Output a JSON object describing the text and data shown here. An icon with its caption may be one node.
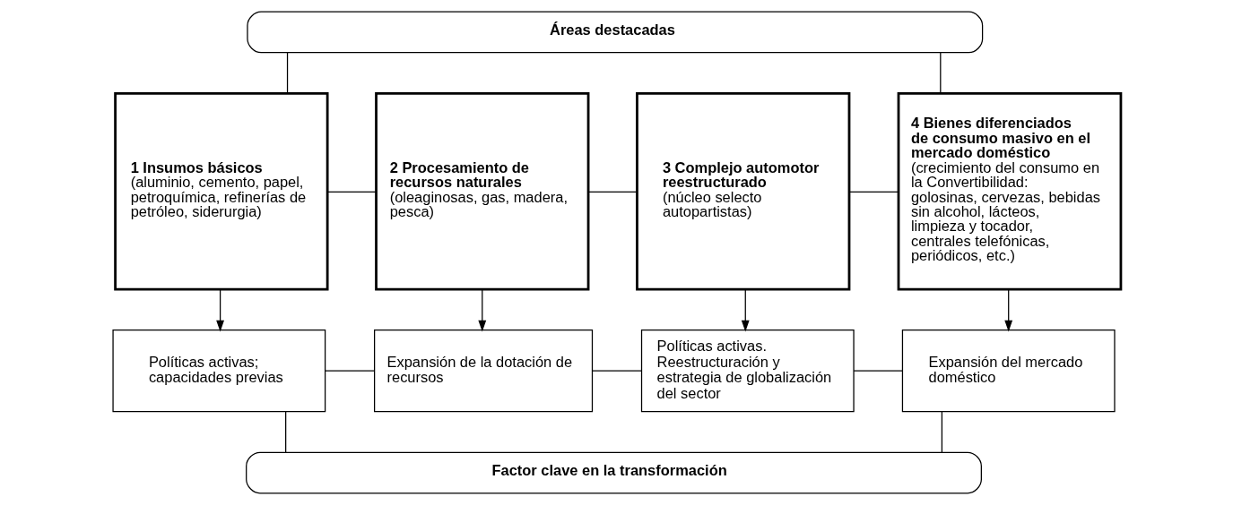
{
  "diagram": {
    "nodes": [
      {
        "text": [
          "Áreas destacadas"
        ]
      },
      {
        "text": [
          "1 Insumos básicos",
          "(aluminio, cemento, papel, petroquímica, refinerías de petróleo, siderurgia)"
        ]
      },
      {
        "text": [
          "2 Procesamiento de recursos naturales",
          "(oleaginosas, gas, madera, pesca)"
        ]
      },
      {
        "text": [
          "3 Complejo automotor reestructurado",
          "(núcleo selecto autopartistas)"
        ]
      },
      {
        "text": [
          "4 Bienes diferenciados de consumo masivo en el mercado doméstico",
          "(crecimiento del consumo en la Convertibilidad: golosinas, cervezas, bebidas sin alcohol, lácteos, limpieza y tocador, centrales telefónicas, periódicos, etc.)"
        ]
      },
      {
        "text": [
          "Políticas activas; capacidades previas"
        ]
      },
      {
        "text": [
          "Expansión de la dotación de recursos"
        ]
      },
      {
        "text": [
          "Políticas activas. Reestructuración y estrategia de globalización del sector"
        ]
      },
      {
        "text": [
          "Expansión del mercado doméstico"
        ]
      },
      {
        "text": [
          "Factor clave en la transformación"
        ]
      }
    ],
    "edges": [
      {
        "from": 0,
        "to": 1,
        "arrow": "none"
      },
      {
        "from": 0,
        "to": 4,
        "arrow": "none"
      },
      {
        "from": 1,
        "to": 2,
        "arrow": "none"
      },
      {
        "from": 2,
        "to": 3,
        "arrow": "none"
      },
      {
        "from": 3,
        "to": 4,
        "arrow": "none"
      },
      {
        "from": 1,
        "to": 5,
        "arrow": "to"
      },
      {
        "from": 2,
        "to": 6,
        "arrow": "to"
      },
      {
        "from": 3,
        "to": 7,
        "arrow": "to"
      },
      {
        "from": 4,
        "to": 8,
        "arrow": "to"
      },
      {
        "from": 5,
        "to": 6,
        "arrow": "none"
      },
      {
        "from": 6,
        "to": 7,
        "arrow": "none"
      },
      {
        "from": 7,
        "to": 8,
        "arrow": "none"
      },
      {
        "from": 9,
        "to": 5,
        "arrow": "none"
      },
      {
        "from": 9,
        "to": 8,
        "arrow": "none"
      }
    ]
  }
}
